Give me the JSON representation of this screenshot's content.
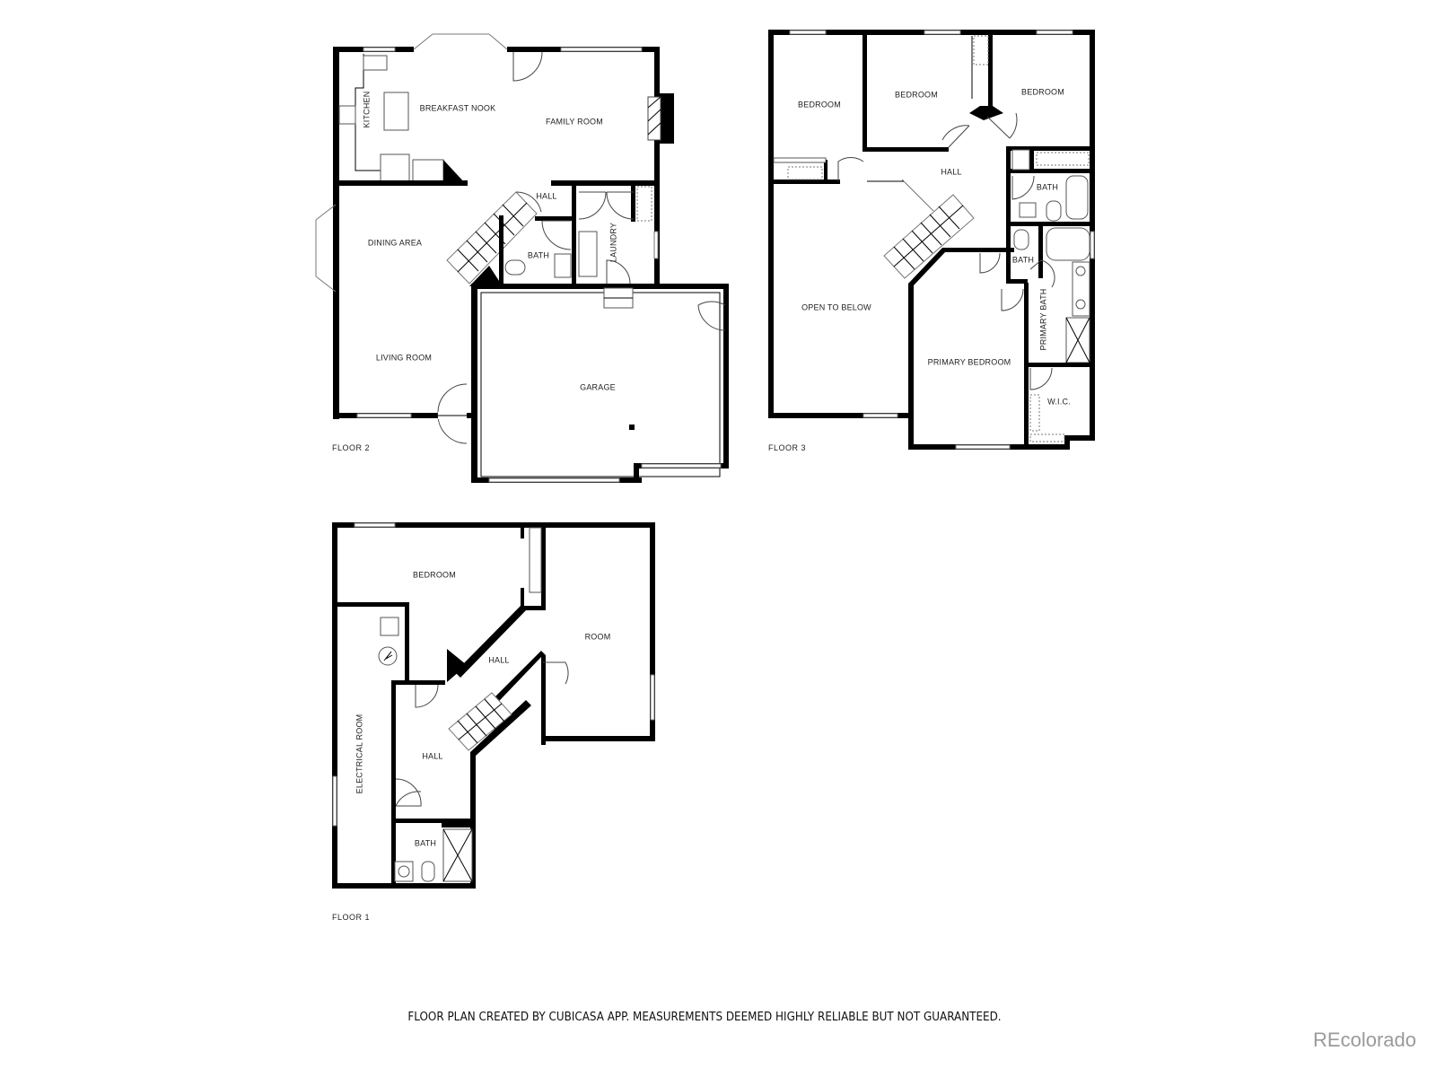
{
  "floors": {
    "floor2": {
      "label": "FLOOR 2",
      "rooms": {
        "kitchen": "KITCHEN",
        "breakfast_nook": "BREAKFAST NOOK",
        "family_room": "FAMILY ROOM",
        "hall": "HALL",
        "dining_area": "DINING AREA",
        "bath": "BATH",
        "laundry": "LAUNDRY",
        "living_room": "LIVING ROOM",
        "garage": "GARAGE"
      }
    },
    "floor3": {
      "label": "FLOOR 3",
      "rooms": {
        "bedroom_1": "BEDROOM",
        "bedroom_2": "BEDROOM",
        "bedroom_3": "BEDROOM",
        "hall": "HALL",
        "bath_1": "BATH",
        "bath_2": "BATH",
        "open_to_below": "OPEN TO BELOW",
        "primary_bath": "PRIMARY BATH",
        "primary_bedroom": "PRIMARY BEDROOM",
        "wic": "W.I.C."
      }
    },
    "floor1": {
      "label": "FLOOR 1",
      "rooms": {
        "bedroom": "BEDROOM",
        "room": "ROOM",
        "hall_upper": "HALL",
        "hall_lower": "HALL",
        "electrical_room": "ELECTRICAL ROOM",
        "bath": "BATH"
      }
    }
  },
  "footer": {
    "disclaimer": "FLOOR PLAN CREATED BY CUBICASA APP. MEASUREMENTS DEEMED HIGHLY RELIABLE BUT NOT GUARANTEED.",
    "watermark": "REcolorado"
  }
}
